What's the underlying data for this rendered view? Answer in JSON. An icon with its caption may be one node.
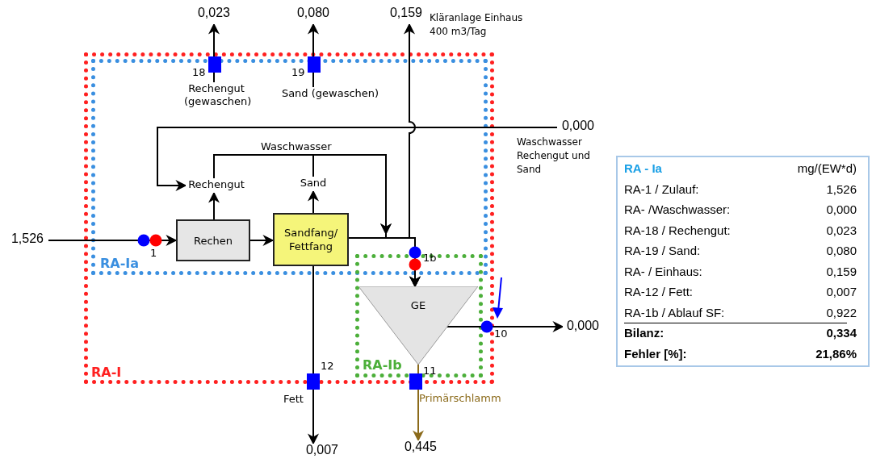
{
  "diagram": {
    "nodes": [
      {
        "text": [
          "0,023"
        ]
      },
      {
        "text": [
          "0,080"
        ]
      },
      {
        "text": [
          "0,159"
        ],
        "beside": [
          "Kläranlage Einhaus 400 m3/Tag"
        ]
      },
      {
        "text": [
          "RA-I"
        ]
      },
      {
        "text": [
          "RA-Ia"
        ],
        "in": 3
      },
      {
        "text": [
          "Rechengut (gewaschen)"
        ],
        "in": 4
      },
      {
        "text": [
          "Sand (gewaschen)"
        ],
        "in": 4
      },
      {
        "text": [
          "0,000"
        ],
        "beside": [
          "Waschwasser Rechengut und Sand"
        ]
      },
      {
        "text": [
          "Rechengut"
        ],
        "in": 4
      },
      {
        "text": [
          "Sand"
        ],
        "in": 4
      },
      {
        "text": [
          "1,526"
        ]
      },
      {
        "text": [
          "Rechen"
        ],
        "in": 4
      },
      {
        "text": [
          "Sandfang/ Fettfang"
        ],
        "in": 4
      },
      {
        "text": [
          "RA-Ib"
        ],
        "in": 3
      },
      {
        "text": [
          "GE"
        ],
        "in": 13
      },
      {
        "text": [
          "0,000"
        ]
      },
      {
        "text": [
          "0,007"
        ]
      },
      {
        "text": [
          "0,445"
        ]
      }
    ],
    "edges": [
      {
        "from": 10,
        "to": 11,
        "arrow": "to"
      },
      {
        "from": 11,
        "to": 12,
        "arrow": "to"
      },
      {
        "from": 11,
        "to": 8,
        "arrow": "to"
      },
      {
        "from": 12,
        "to": 9,
        "arrow": "to"
      },
      {
        "from": 5,
        "to": 0,
        "arrow": "to"
      },
      {
        "from": 6,
        "to": 1,
        "arrow": "to"
      },
      {
        "from": 7,
        "to": 8,
        "arrow": "to"
      },
      {
        "from": 8,
        "to": 14,
        "label": "Waschwasser",
        "arrow": "to"
      },
      {
        "from": 9,
        "to": 14,
        "arrow": "to"
      },
      {
        "from": 12,
        "to": 2,
        "arrow": "to"
      },
      {
        "from": 12,
        "to": 14,
        "arrow": "to"
      },
      {
        "from": 14,
        "to": 15,
        "arrow": "to"
      },
      {
        "from": 12,
        "to": 16,
        "label": "Fett",
        "arrow": "to"
      },
      {
        "from": 14,
        "to": 17,
        "label": "Primärschlamm",
        "arrow": "to",
        "color": "#8b6a1a"
      }
    ],
    "labels": [
      "18",
      "19",
      "1",
      "1b",
      "10",
      "12",
      "11",
      "RA - Ia",
      "mg/(EW*d)",
      "RA-1 / Zulauf:",
      "1,526",
      "RA- /Waschwasser:",
      "0,000",
      "RA-18 / Rechengut:",
      "0,023",
      "RA-19 / Sand:",
      "0,080",
      "RA- / Einhaus:",
      "0,159",
      "RA-12 / Fett:",
      "0,007",
      "RA-1b / Ablauf SF:",
      "0,922",
      "Bilanz:",
      "0,334",
      "Fehler [%]:",
      "21,86%"
    ]
  }
}
